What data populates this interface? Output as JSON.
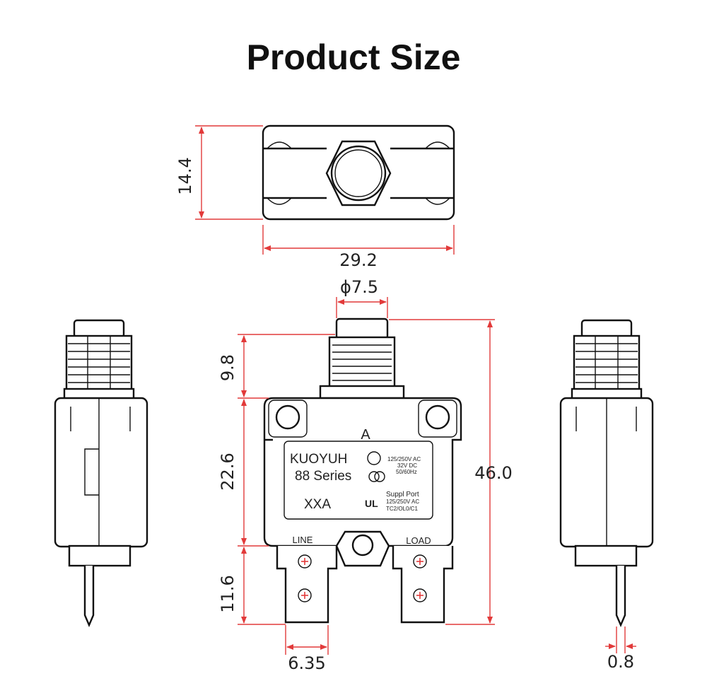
{
  "title": "Product Size",
  "dimensions": {
    "height_top": "14.4",
    "width_top": "29.2",
    "button_diameter": "ϕ7.5",
    "button_height": "9.8",
    "body_height": "22.6",
    "terminal_height": "11.6",
    "total_height": "46.0",
    "terminal_width": "6.35",
    "terminal_thickness": "0.8"
  },
  "label": {
    "brand": "KUOYUH",
    "series": "88 Series",
    "rating": "XXA",
    "amp_mark": "A",
    "ratings_1": "125/250V AC",
    "ratings_2": "32V DC",
    "ratings_3": "50/60Hz",
    "supp_1": "Suppl Port",
    "supp_2": "125/250V AC",
    "supp_3": "TC2/OL0/C1",
    "cert_mark": "UL"
  },
  "terminals": {
    "line": "LINE",
    "load": "LOAD"
  }
}
